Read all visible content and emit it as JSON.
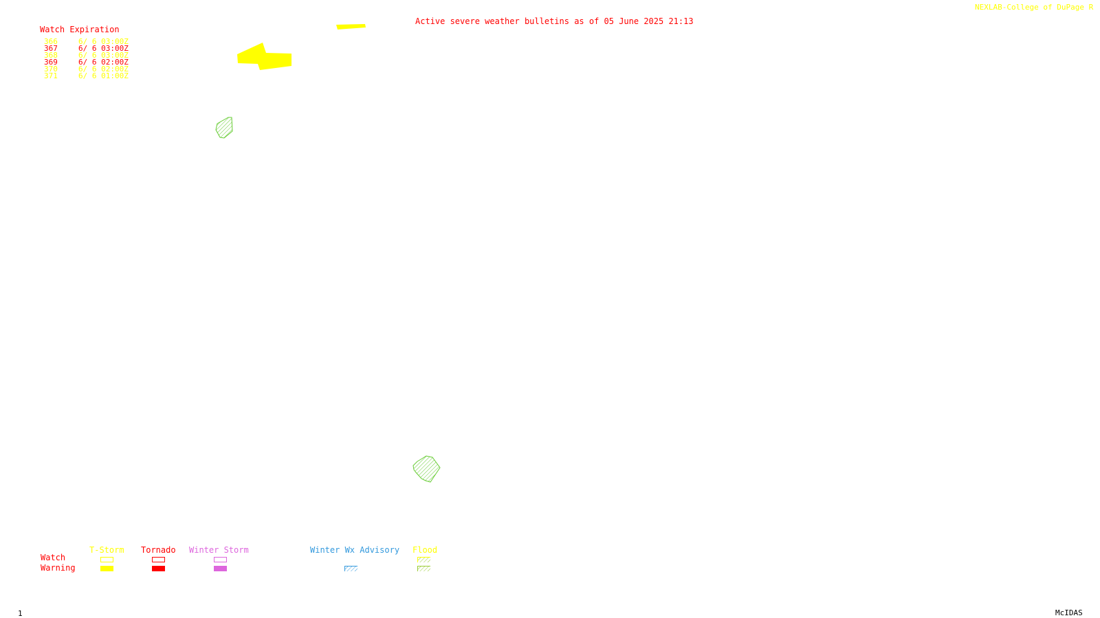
{
  "header": {
    "title": "Active severe weather bulletins as of 05 June 2025 21:13",
    "credit": "NEXLAB-College of DuPage R"
  },
  "watch_table": {
    "heading": "Watch Expiration",
    "rows": [
      {
        "number": "366",
        "expiration": "6/ 6 03:00Z",
        "type": "T-Storm",
        "color": "#ffff00"
      },
      {
        "number": "367",
        "expiration": "6/ 6 03:00Z",
        "type": "Tornado",
        "color": "#ff0000"
      },
      {
        "number": "368",
        "expiration": "6/ 6 03:00Z",
        "type": "T-Storm",
        "color": "#ffff00"
      },
      {
        "number": "369",
        "expiration": "6/ 6 02:00Z",
        "type": "Tornado",
        "color": "#ff0000"
      },
      {
        "number": "370",
        "expiration": "6/ 6 02:00Z",
        "type": "T-Storm",
        "color": "#ffff00"
      },
      {
        "number": "371",
        "expiration": "6/ 6 01:00Z",
        "type": "T-Storm",
        "color": "#ffff00"
      }
    ]
  },
  "map_areas": [
    {
      "category": "T-Storm Warning",
      "color": "#ffff00",
      "style": "filled"
    },
    {
      "category": "T-Storm Warning",
      "color": "#ffff00",
      "style": "filled"
    },
    {
      "category": "Flood Warning",
      "color": "#66cc33",
      "style": "hatched"
    },
    {
      "category": "Flood Warning",
      "color": "#66cc33",
      "style": "hatched"
    }
  ],
  "legend": {
    "row_labels": {
      "watch": "Watch",
      "warning": "Warning"
    },
    "columns": [
      {
        "label": "T-Storm",
        "color": "#ffff00",
        "watch_style": "outline",
        "warning_style": "filled"
      },
      {
        "label": "Tornado",
        "color": "#ff0000",
        "watch_style": "outline",
        "warning_style": "filled"
      },
      {
        "label": "Winter Storm",
        "color": "#dd66dd",
        "watch_style": "outline",
        "warning_style": "filled"
      },
      {
        "label": "Winter Wx Advisory",
        "color": "#3399dd",
        "watch_style": "none",
        "warning_style": "hatched"
      },
      {
        "label": "Flood",
        "color": "#99cc33",
        "watch_style": "hatched",
        "warning_style": "hatched"
      }
    ]
  },
  "footer": {
    "frame_number": "1",
    "software": "McIDAS"
  },
  "colors": {
    "title": "#ff0000",
    "credit": "#ffff00",
    "text": "#000000"
  }
}
